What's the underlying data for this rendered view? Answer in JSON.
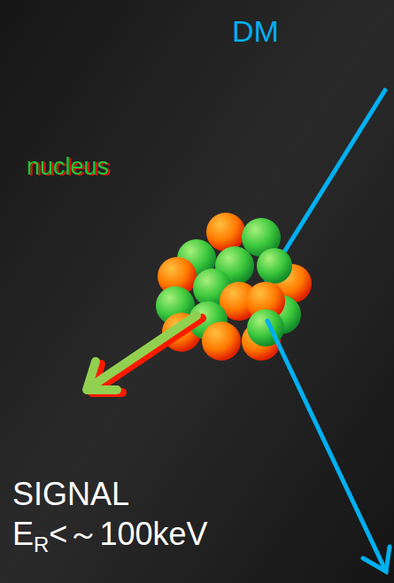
{
  "diagram": {
    "labels": [
      "DM",
      "nucleus",
      "SIGNAL",
      "E",
      "R",
      "<～100keV"
    ]
  }
}
